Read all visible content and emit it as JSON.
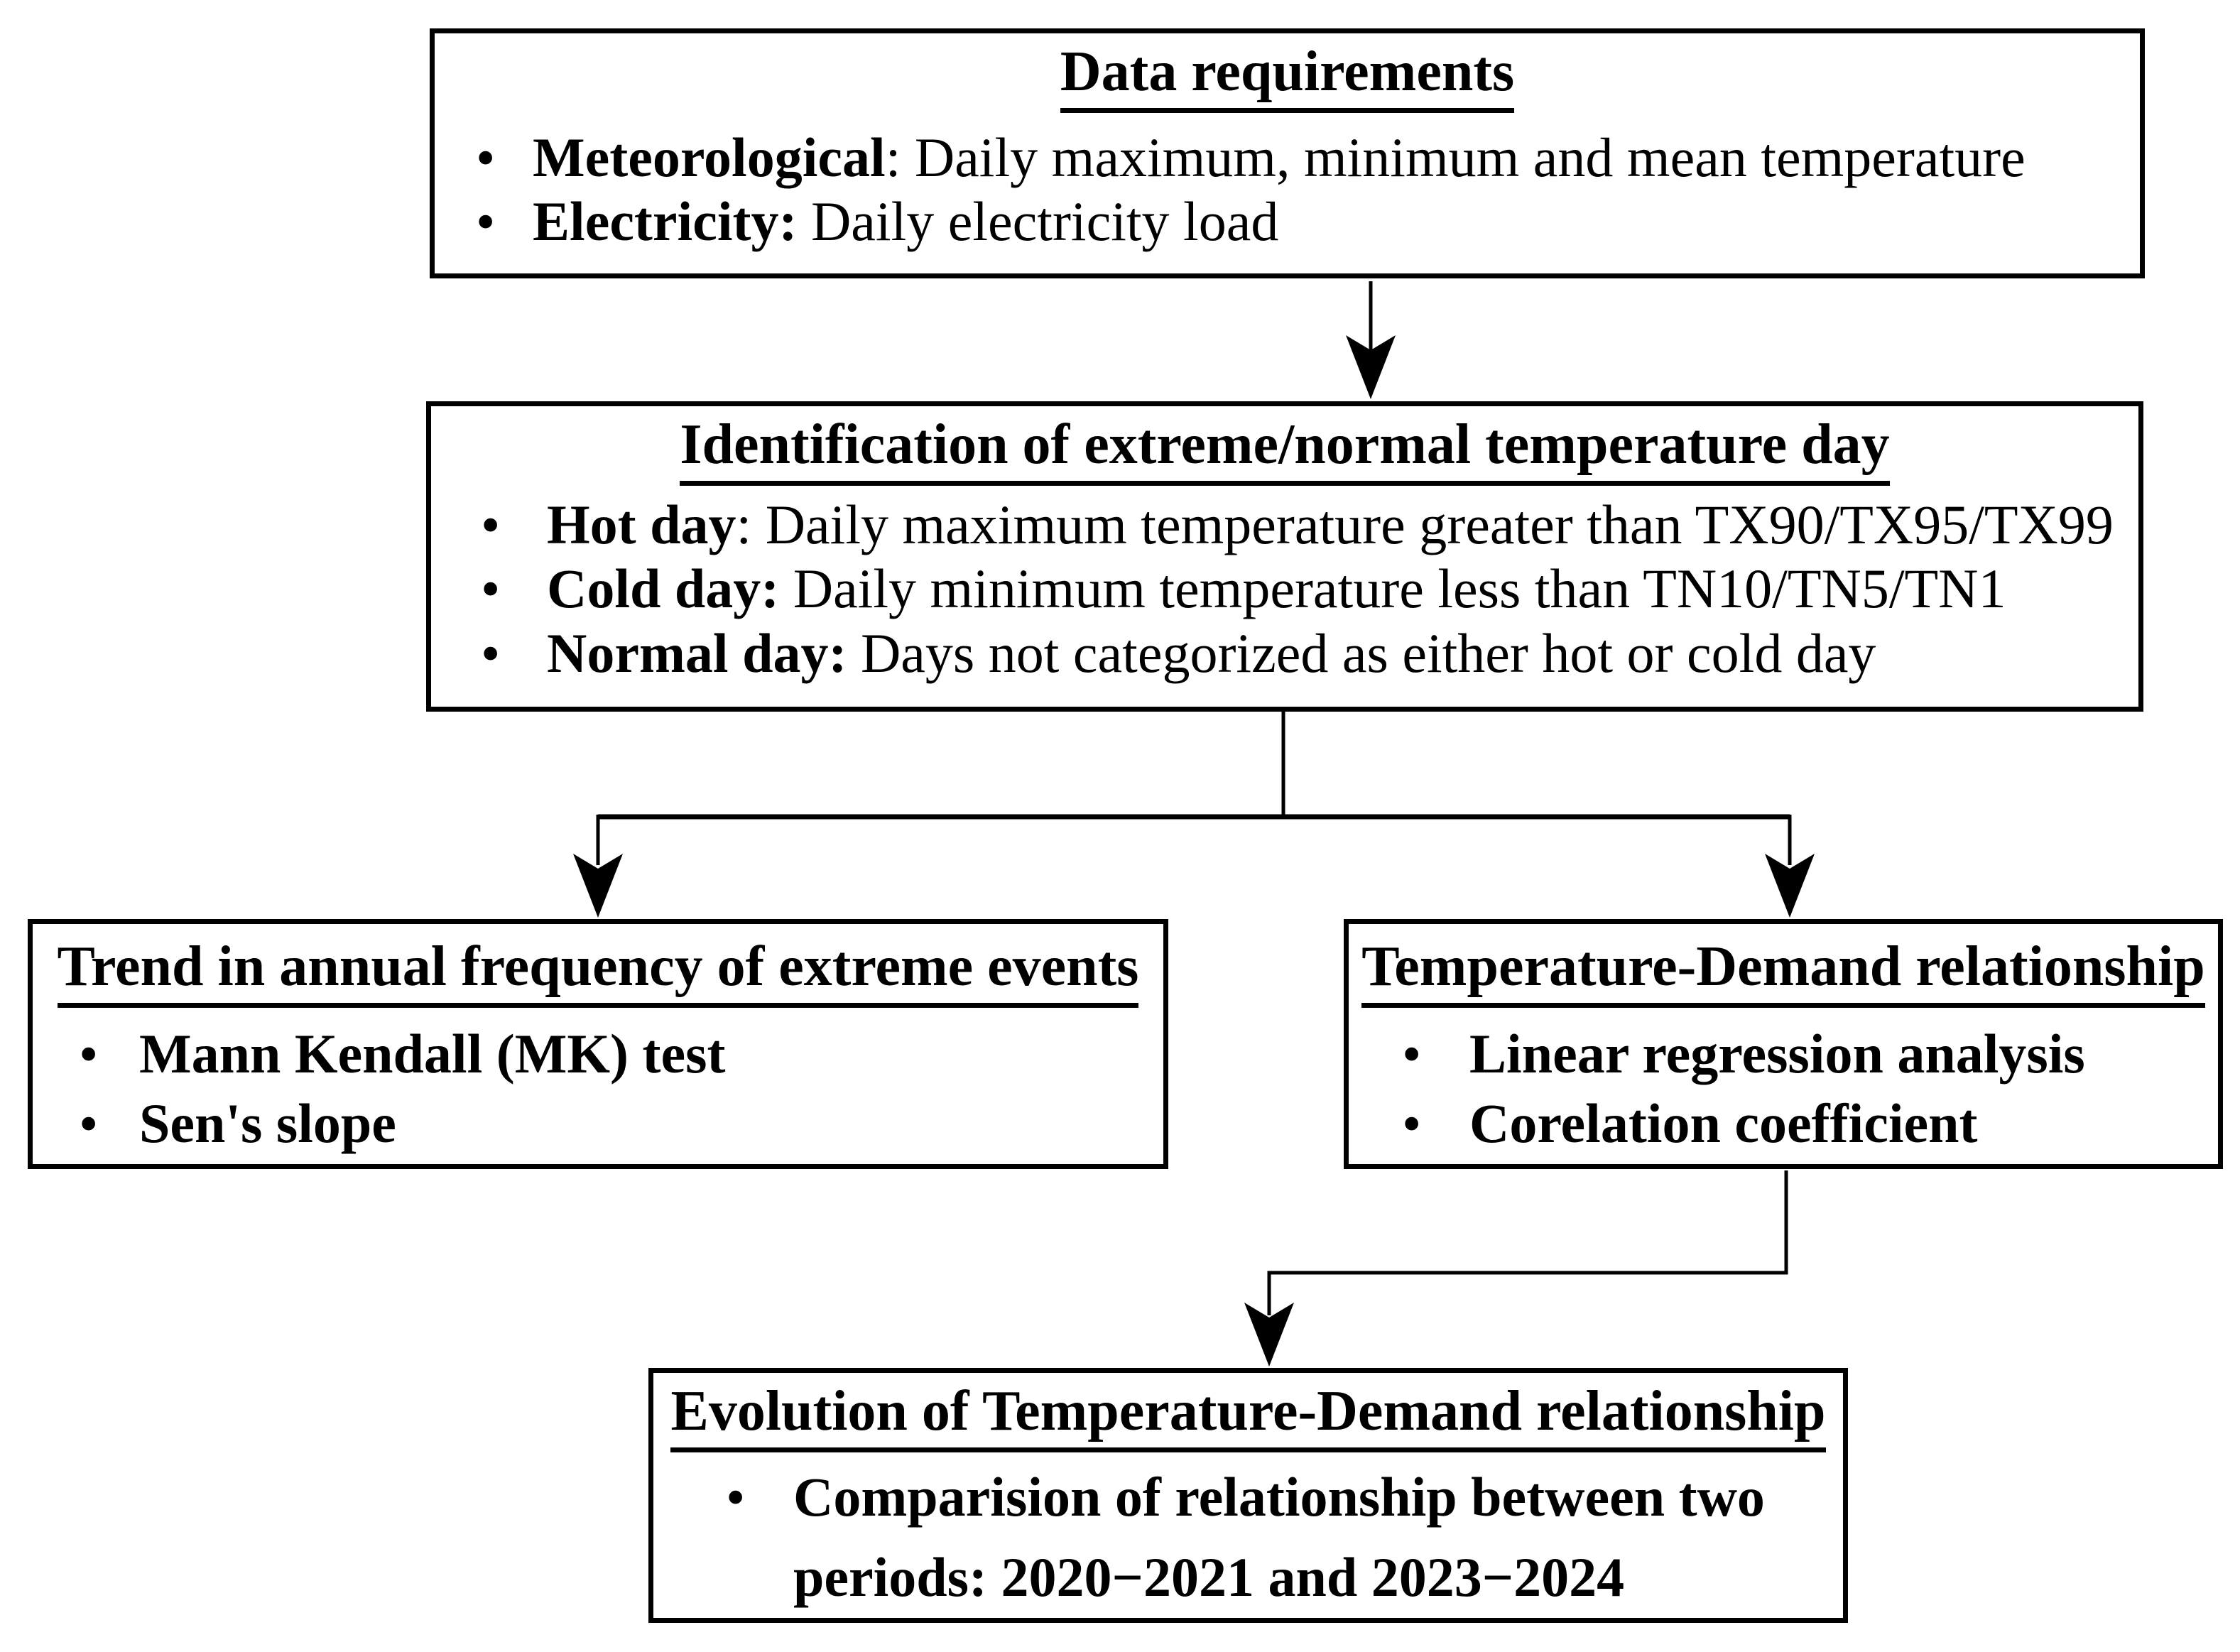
{
  "colors": {
    "ink": "#000000",
    "background": "#ffffff"
  },
  "bullet_glyph": "•",
  "boxes": {
    "data_requirements": {
      "title": "Data requirements",
      "bullets": [
        {
          "b": "Meteorological",
          "r": ": Daily maximum, minimum and mean temperature"
        },
        {
          "b": "Electricity:",
          "r": " Daily electricity load"
        }
      ]
    },
    "identification": {
      "title": "Identification of extreme/normal temperature day",
      "bullets": [
        {
          "b": "Hot day",
          "r": ": Daily maximum temperature greater than TX90/TX95/TX99"
        },
        {
          "b": "Cold day:",
          "r": " Daily minimum temperature less than TN10/TN5/TN1"
        },
        {
          "b": "Normal day:",
          "r": " Days not categorized as either hot or cold day"
        }
      ]
    },
    "trend_extreme_events": {
      "title": "Trend in annual frequency of extreme events",
      "bullets": [
        {
          "b": "Mann Kendall (MK) test",
          "r": ""
        },
        {
          "b": "Sen's slope",
          "r": ""
        }
      ]
    },
    "temperature_demand": {
      "title": "Temperature-Demand relationship",
      "bullets": [
        {
          "b": "Linear regression analysis",
          "r": ""
        },
        {
          "b": "Corelation coefficient",
          "r": ""
        }
      ]
    },
    "evolution": {
      "title": "Evolution of Temperature-Demand relationship",
      "bullet_lines": [
        "Comparision of relationship between two",
        "periods: 2020−2021 and 2023−2024"
      ]
    }
  },
  "edges": [
    {
      "from": "data_requirements",
      "to": "identification"
    },
    {
      "from": "identification",
      "to": "trend_extreme_events"
    },
    {
      "from": "identification",
      "to": "temperature_demand"
    },
    {
      "from": "temperature_demand",
      "to": "evolution"
    }
  ]
}
